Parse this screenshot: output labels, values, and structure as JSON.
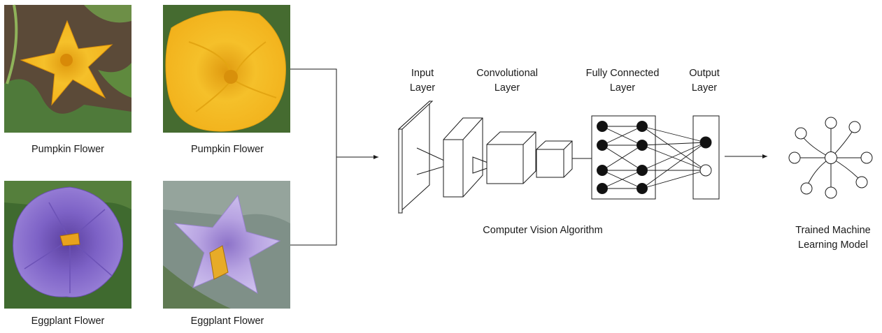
{
  "images": [
    {
      "caption": "Pumpkin Flower",
      "kind": "pumpkin-closeup"
    },
    {
      "caption": "Pumpkin Flower",
      "kind": "pumpkin-macro"
    },
    {
      "caption": "Eggplant Flower",
      "kind": "eggplant-dark"
    },
    {
      "caption": "Eggplant Flower",
      "kind": "eggplant-light"
    }
  ],
  "cnn": {
    "layers": [
      {
        "line1": "Input",
        "line2": "Layer"
      },
      {
        "line1": "Convolutional",
        "line2": "Layer"
      },
      {
        "line1": "Fully Connected",
        "line2": "Layer"
      },
      {
        "line1": "Output",
        "line2": "Layer"
      }
    ],
    "caption": "Computer Vision Algorithm"
  },
  "model": {
    "line1": "Trained Machine",
    "line2": "Learning Model"
  },
  "colors": {
    "pumpkin": "#f2b21c",
    "pumpkin_dark": "#d98e0a",
    "eggplant": "#8a6fcf",
    "eggplant_light": "#b7a3e0",
    "foliage": "#4f7a3a",
    "soil": "#5a4634"
  }
}
